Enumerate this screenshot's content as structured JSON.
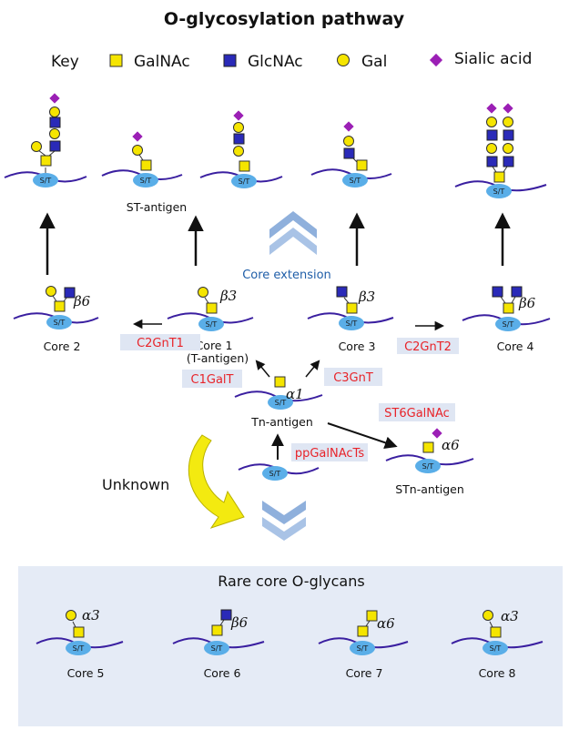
{
  "title": "O-glycosylation pathway",
  "key": {
    "label": "Key",
    "items": [
      {
        "name": "GalNAc",
        "shape": "square-icon",
        "color": "#f5e500"
      },
      {
        "name": "GlcNAc",
        "shape": "square-icon",
        "color": "#2a2ab8"
      },
      {
        "name": "Gal",
        "shape": "circle-icon",
        "color": "#f5e500"
      },
      {
        "name": "Sialic acid",
        "shape": "diamond-icon",
        "color": "#9b1fb5"
      }
    ]
  },
  "st_label": "S/T",
  "labels": {
    "st_antigen": "ST-antigen",
    "core_extension": "Core extension",
    "core2": "Core 2",
    "core1": "Core 1",
    "t_antigen": "(T-antigen)",
    "core3": "Core 3",
    "core4": "Core 4",
    "tn_antigen": "Tn-antigen",
    "stn_antigen": "STn-antigen",
    "unknown": "Unknown",
    "rare_title": "Rare core O-glycans",
    "core5": "Core 5",
    "core6": "Core 6",
    "core7": "Core 7",
    "core8": "Core 8"
  },
  "linkages": {
    "b6": "β6",
    "b3": "β3",
    "a1": "α1",
    "a6": "α6",
    "a3": "α3"
  },
  "enzymes": {
    "c2gnt1": "C2GnT1",
    "c2gnt2": "C2GnT2",
    "c1galt": "C1GalT",
    "c3gnt": "C3GnT",
    "st6galnac": "ST6GalNAc",
    "ppgalnacts": "ppGalNAcTs"
  },
  "colors": {
    "galnac": "#f5e500",
    "glcnac": "#2a2ab8",
    "gal": "#f5e500",
    "sialic": "#9b1fb5",
    "chain": "#3a1fa0",
    "st_ellipse": "#5aaee8",
    "enzyme_bg": "#dfe6f3",
    "enzyme_text": "#e8242a",
    "rare_panel": "#e5ebf6",
    "chevron": "#8fb0dc",
    "unknown_arrow": "#f3ea10"
  }
}
